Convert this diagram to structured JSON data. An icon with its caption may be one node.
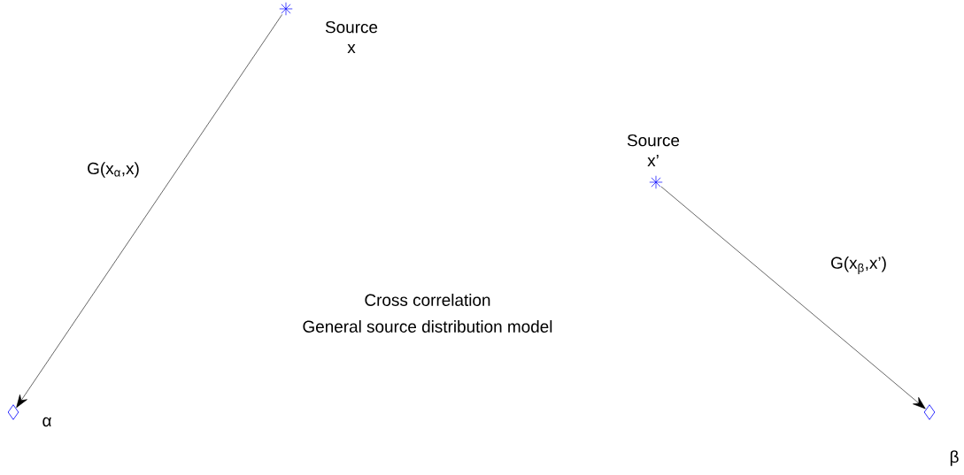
{
  "diagram": {
    "nodes": [
      {
        "text": [],
        "shape": "star",
        "beside": [
          "Source x"
        ]
      },
      {
        "text": [],
        "shape": "star",
        "beside": [
          "Source x’"
        ]
      },
      {
        "text": [],
        "shape": "diamond",
        "beside": [
          "α"
        ]
      },
      {
        "text": [],
        "shape": "diamond",
        "beside": [
          "β"
        ]
      }
    ],
    "edges": [
      {
        "from": 0,
        "to": 2,
        "arrow": "to",
        "label": "G(x$_{α}$,x)"
      },
      {
        "from": 1,
        "to": 3,
        "arrow": "to",
        "label": "G(x$_{β}$,x’)"
      }
    ],
    "labels": [
      "Cross correlation",
      "General source distribution model"
    ]
  }
}
